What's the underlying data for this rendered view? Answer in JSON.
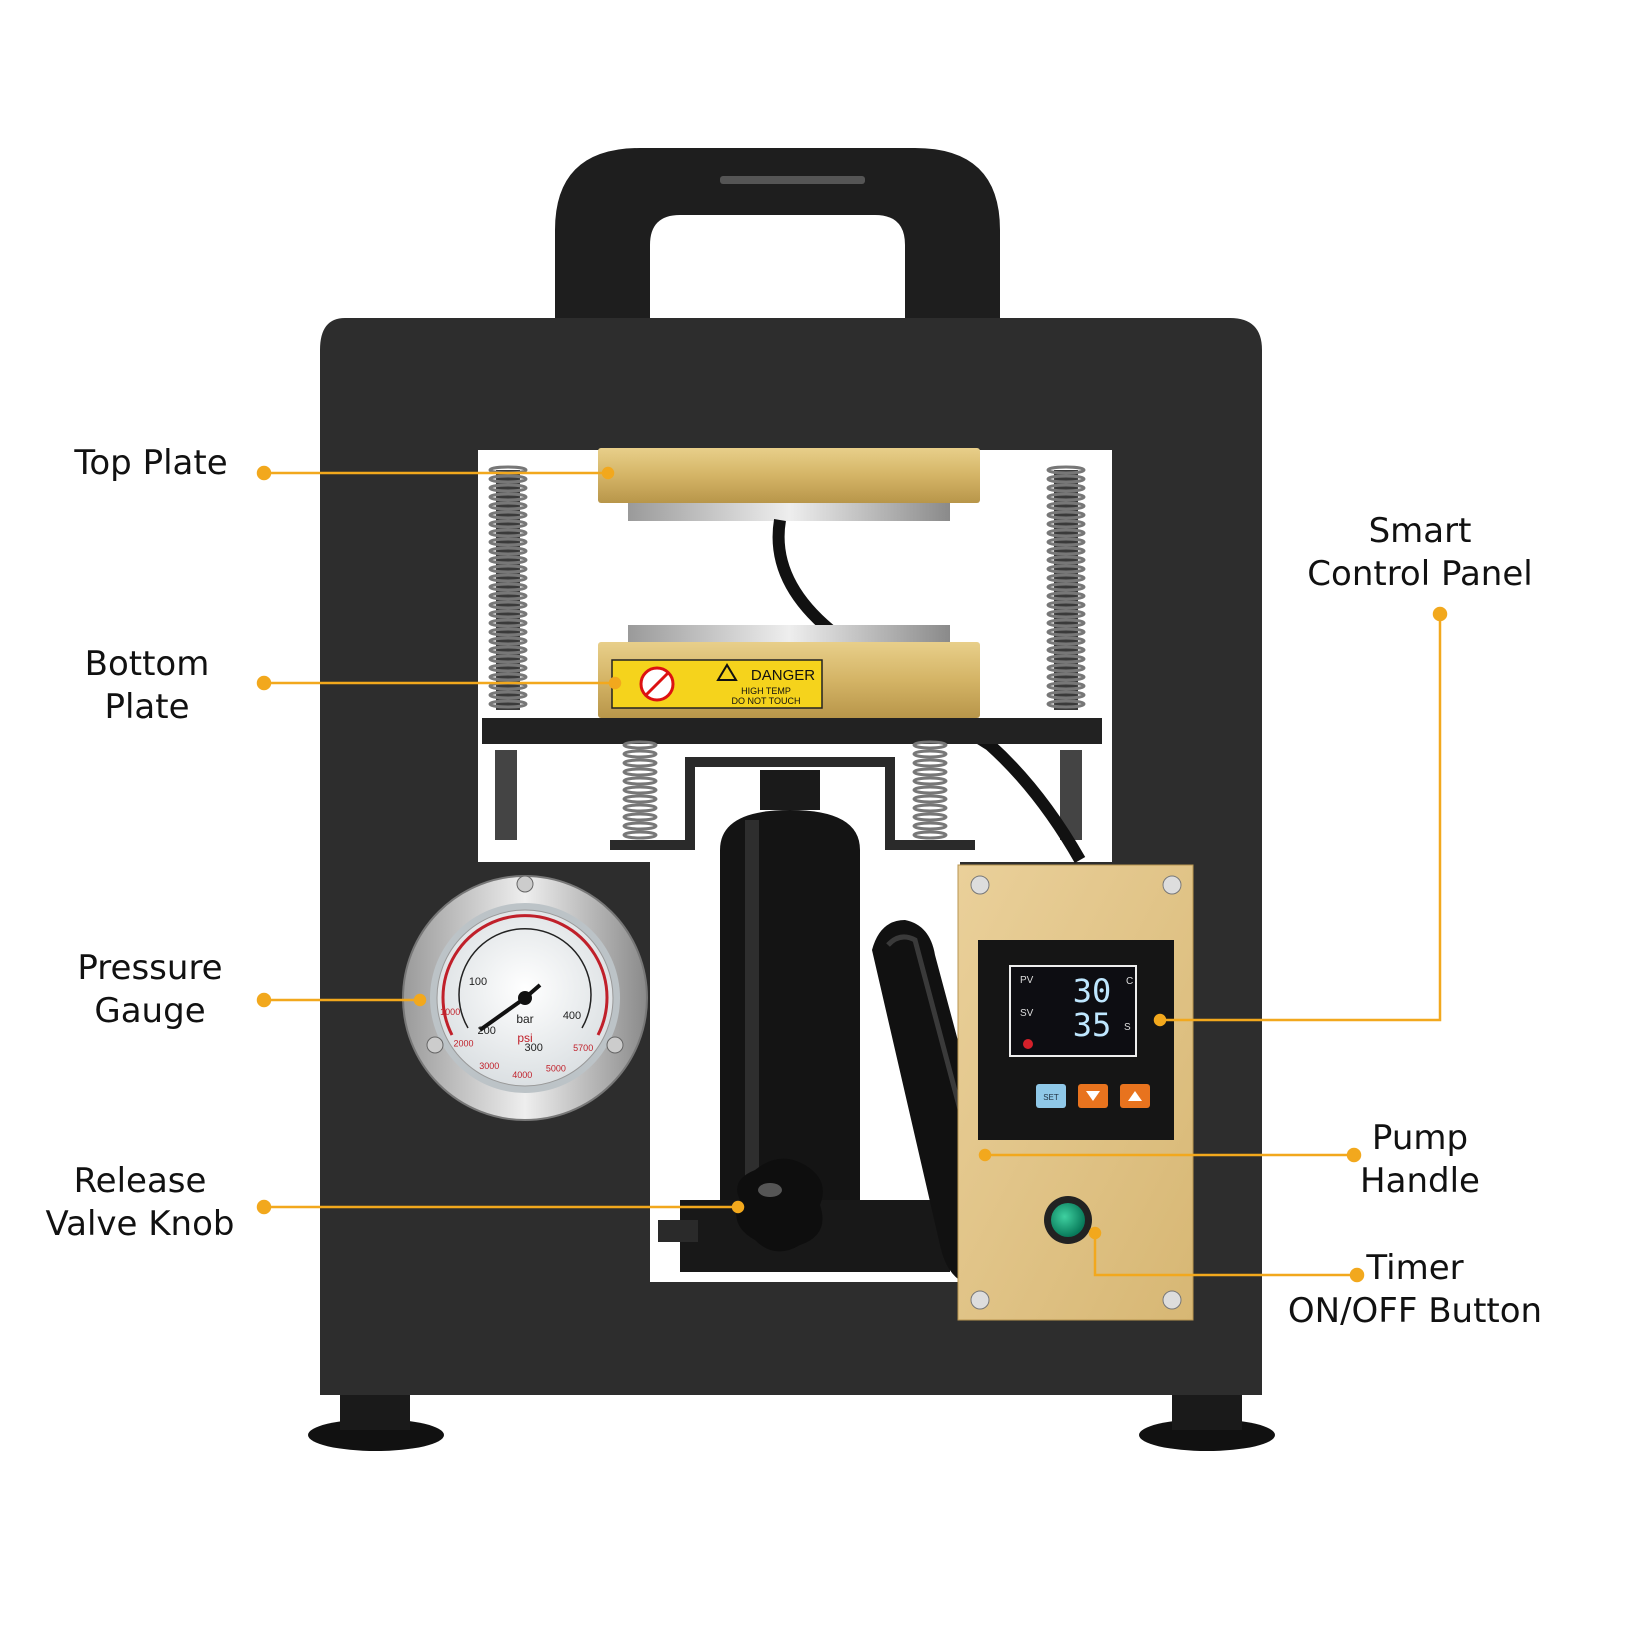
{
  "product": {
    "danger_label": {
      "title": "DANGER",
      "line1": "HIGH TEMP",
      "line2": "DO NOT TOUCH"
    },
    "gauge": {
      "bar_ticks": [
        "100",
        "200",
        "300",
        "400"
      ],
      "psi_ticks": [
        "1000",
        "2000",
        "3000",
        "4000",
        "5000",
        "5700"
      ],
      "unit_bar": "bar",
      "unit_psi": "psi"
    },
    "display": {
      "pv_label": "PV",
      "sv_label": "SV",
      "pv_value": "30",
      "sv_value": "35",
      "pv_unit": "C",
      "sv_unit": "S",
      "set_label": "SET"
    }
  },
  "callouts": {
    "top_plate": [
      "Top Plate"
    ],
    "bottom_plate": [
      "Bottom",
      "Plate"
    ],
    "pressure_gauge": [
      "Pressure",
      "Gauge"
    ],
    "release_valve": [
      "Release",
      "Valve Knob"
    ],
    "smart_panel": [
      "Smart",
      "Control Panel"
    ],
    "pump_handle": [
      "Pump",
      "Handle"
    ],
    "timer_button": [
      "Timer",
      "ON/OFF Button"
    ]
  },
  "colors": {
    "accent": "#F2A81D",
    "frame": "#2b2b2b",
    "plate": "#d6b86a",
    "panel": "#e2c27c"
  }
}
